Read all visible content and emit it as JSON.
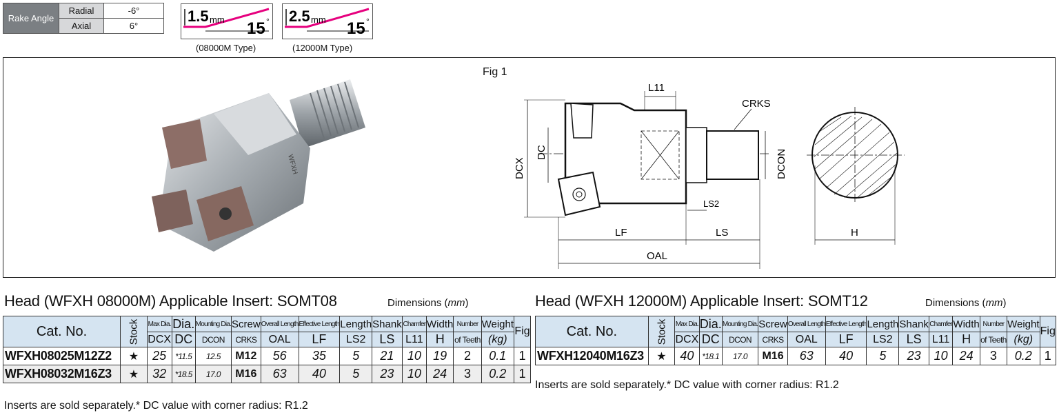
{
  "rake": {
    "label": "Rake Angle",
    "rows": [
      {
        "name": "Radial",
        "value": "-6°"
      },
      {
        "name": "Axial",
        "value": "6°"
      }
    ]
  },
  "types": [
    {
      "depth": "1.5",
      "unit": "mm",
      "angle": "15",
      "deg": "°",
      "caption": "(08000M Type)"
    },
    {
      "depth": "2.5",
      "unit": "mm",
      "angle": "15",
      "deg": "°",
      "caption": "(12000M Type)"
    }
  ],
  "figure": {
    "label": "Fig 1",
    "dims": {
      "l11": "L11",
      "crks": "CRKS",
      "dcx": "DCX",
      "dc": "DC",
      "dcon": "DCON",
      "ls2": "LS2",
      "lf": "LF",
      "ls": "LS",
      "oal": "OAL",
      "h": "H"
    }
  },
  "headers": {
    "cat": "Cat. No.",
    "stock": "Stock",
    "cols": [
      {
        "desc": "Max Dia.",
        "code": "DCX"
      },
      {
        "desc": "Dia.",
        "code": "DC"
      },
      {
        "desc": "Mounting Dia.",
        "code": "DCON"
      },
      {
        "desc": "Screw",
        "code": "CRKS"
      },
      {
        "desc": "Overall Length",
        "code": "OAL"
      },
      {
        "desc": "Effective Length",
        "code": "LF"
      },
      {
        "desc": "Length",
        "code": "LS2"
      },
      {
        "desc": "Shank",
        "code": "LS"
      },
      {
        "desc": "Chamfer",
        "code": "L11"
      },
      {
        "desc": "Width",
        "code": "H"
      },
      {
        "desc": "Number",
        "code": "of Teeth"
      },
      {
        "desc": "Weight",
        "code": "(kg)"
      }
    ],
    "fig": "Fig"
  },
  "tables": [
    {
      "title": "Head (WFXH 08000M) Applicable Insert: SOMT08",
      "dims_label": "Dimensions (",
      "dims_unit": "mm",
      "dims_close": ")",
      "rows": [
        {
          "cat": "WFXH08025M12Z2",
          "stock": "★",
          "dcx": "25",
          "dc": "*11.5",
          "dcon": "12.5",
          "crks": "M12",
          "oal": "56",
          "lf": "35",
          "ls2": "5",
          "ls": "21",
          "l11": "10",
          "h": "19",
          "teeth": "2",
          "weight": "0.1",
          "fig": "1"
        },
        {
          "cat": "WFXH08032M16Z3",
          "stock": "★",
          "dcx": "32",
          "dc": "*18.5",
          "dcon": "17.0",
          "crks": "M16",
          "oal": "63",
          "lf": "40",
          "ls2": "5",
          "ls": "23",
          "l11": "10",
          "h": "24",
          "teeth": "3",
          "weight": "0.2",
          "fig": "1"
        }
      ],
      "note": "Inserts are sold separately.* DC value with corner radius: R1.2"
    },
    {
      "title": "Head (WFXH 12000M) Applicable Insert: SOMT12",
      "dims_label": "Dimensions (",
      "dims_unit": "mm",
      "dims_close": ")",
      "rows": [
        {
          "cat": "WFXH12040M16Z3",
          "stock": "★",
          "dcx": "40",
          "dc": "*18.1",
          "dcon": "17.0",
          "crks": "M16",
          "oal": "63",
          "lf": "40",
          "ls2": "5",
          "ls": "23",
          "l11": "10",
          "h": "24",
          "teeth": "3",
          "weight": "0.2",
          "fig": "1"
        }
      ],
      "note": "Inserts are sold separately.* DC value with corner radius: R1.2"
    }
  ],
  "colors": {
    "header_bg": "#d5e4f1",
    "rake_bg": "#7b7f83",
    "accent_line": "#e6007e"
  }
}
